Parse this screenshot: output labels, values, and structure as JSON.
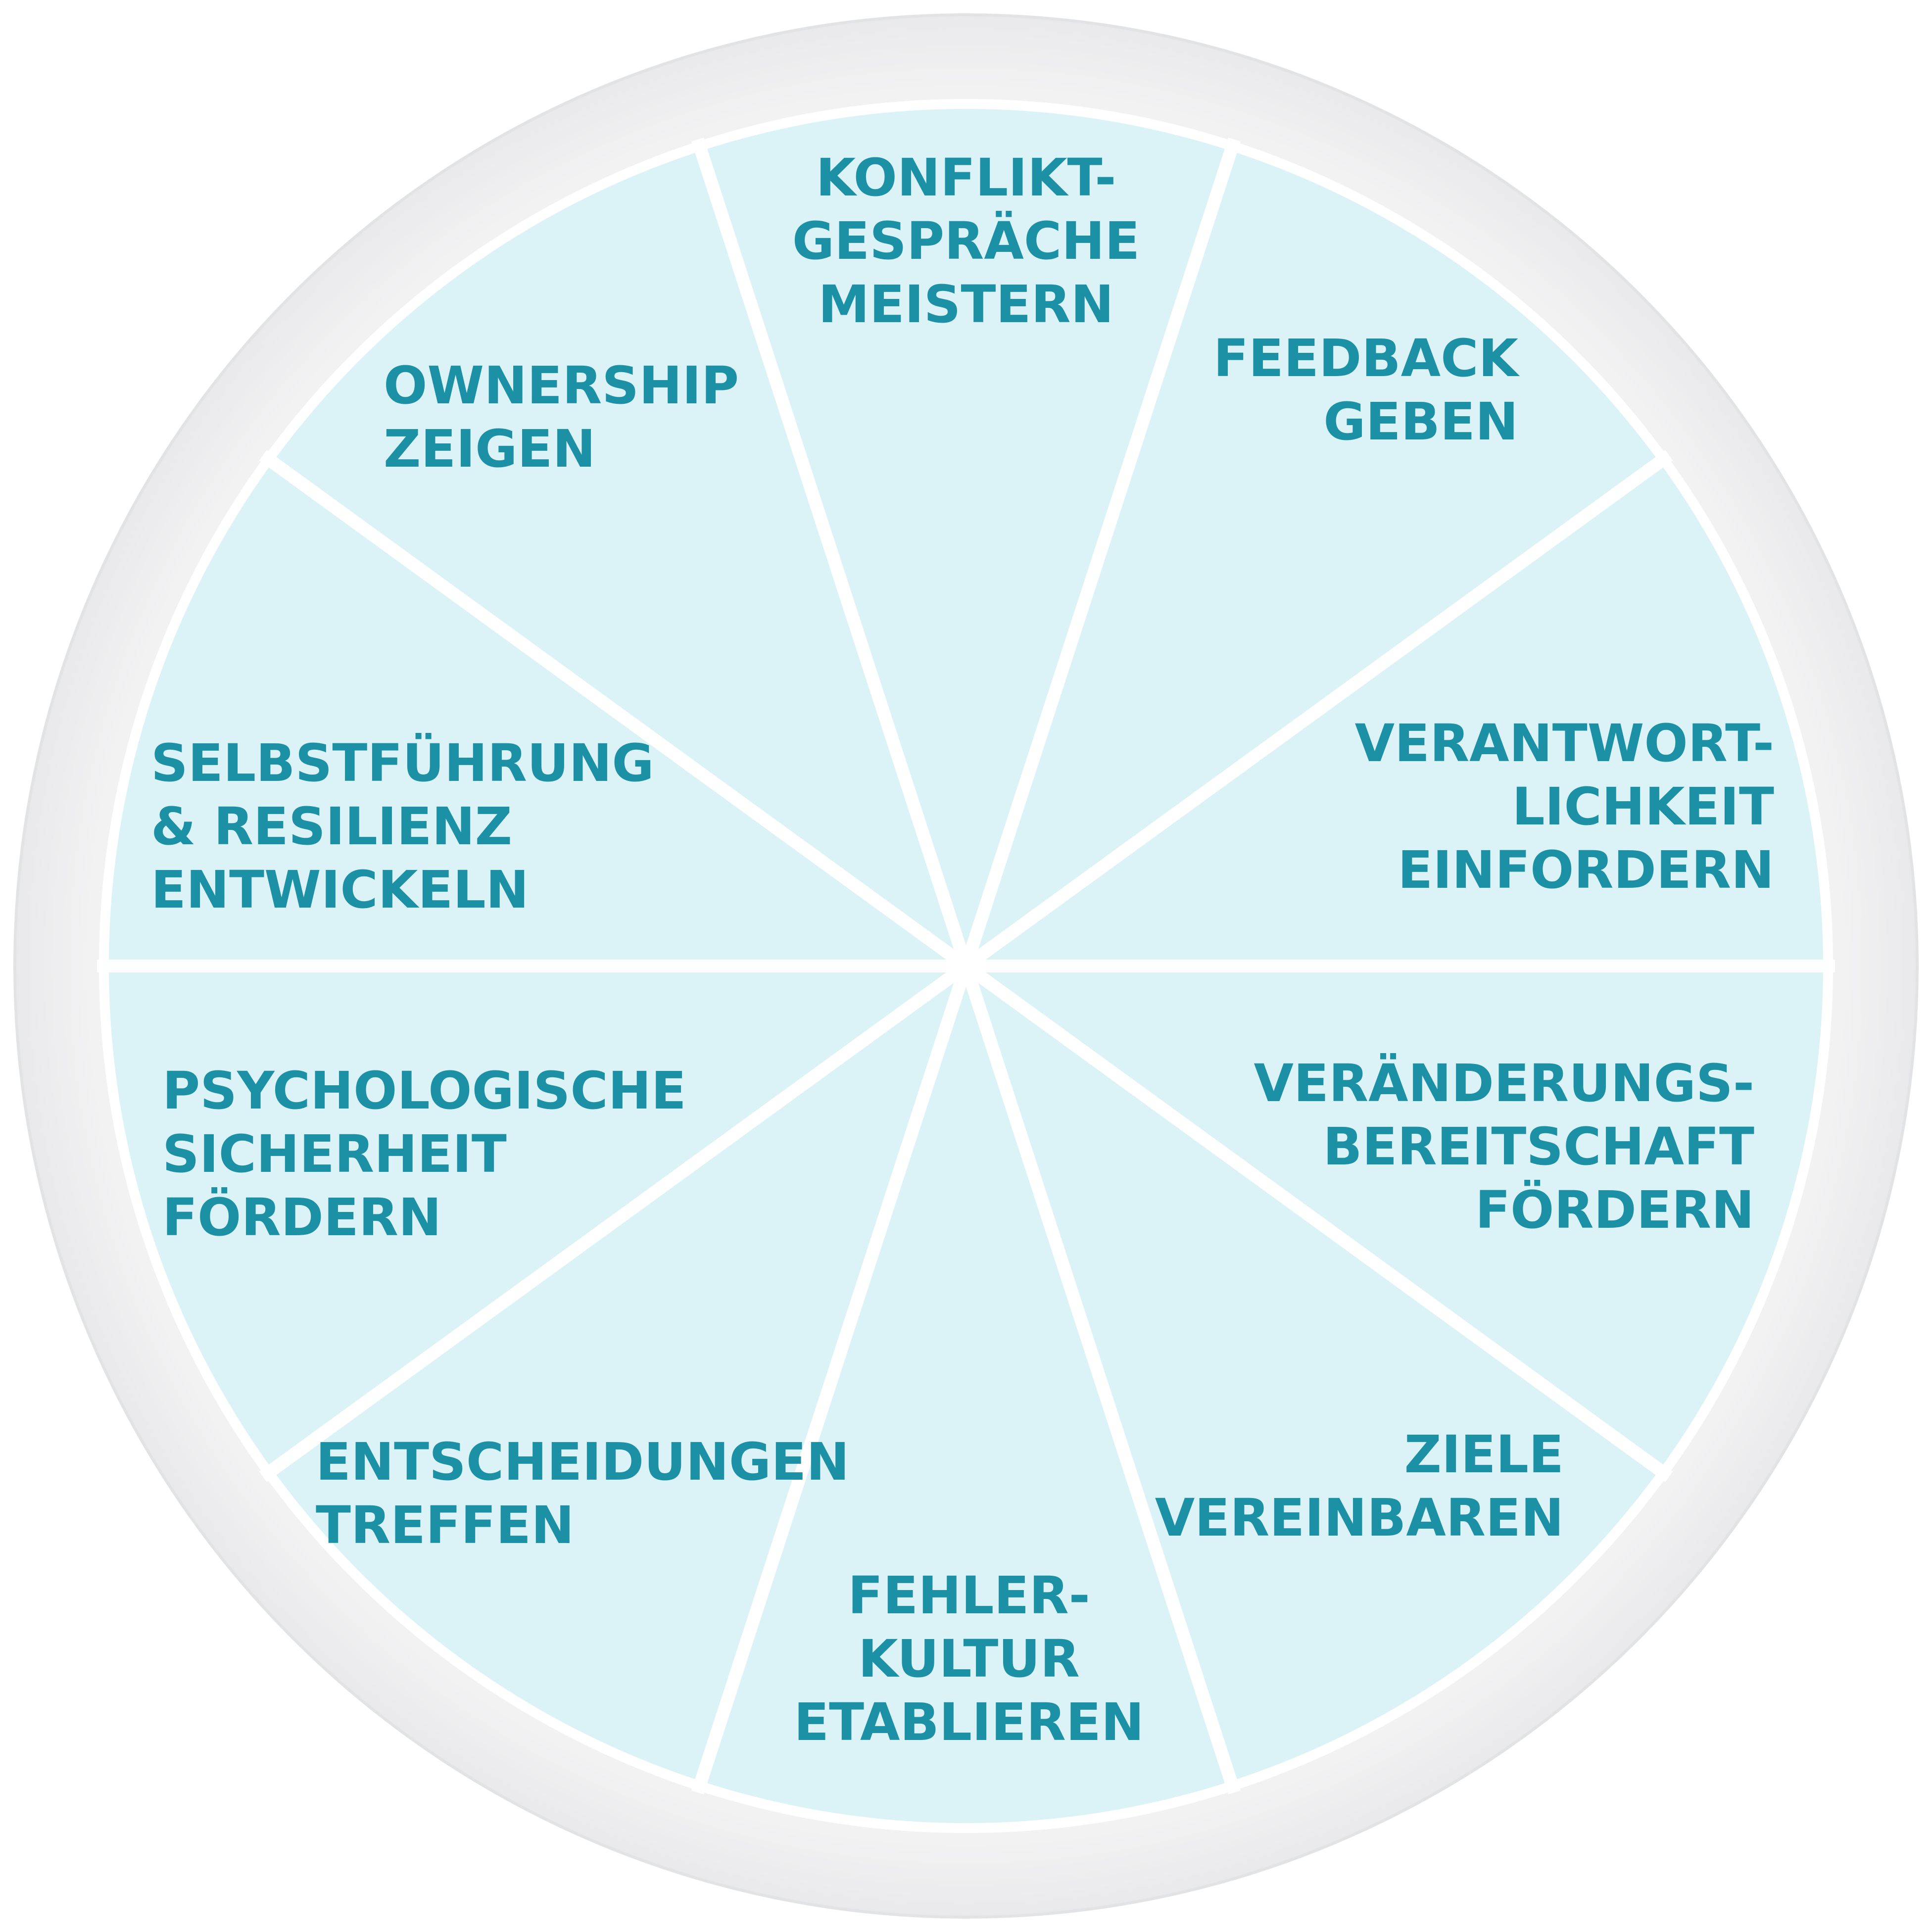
{
  "colors": {
    "outer_ring": "#f4f4f5",
    "ring_edge": "#e2e3e5",
    "segment_fill": "#dbf2f7",
    "separator": "#ffffff",
    "text": "#1c91a6"
  },
  "segments": [
    {
      "id": "konflikt",
      "lines": [
        "KONFLIKT-",
        "GESPRÄCHE",
        "MEISTERN"
      ]
    },
    {
      "id": "feedback",
      "lines": [
        "FEEDBACK",
        "GEBEN"
      ]
    },
    {
      "id": "verantwortlichkeit",
      "lines": [
        "VERANTWORT-",
        "LICHKEIT",
        "EINFORDERN"
      ]
    },
    {
      "id": "veraenderung",
      "lines": [
        "VERÄNDERUNGS-",
        "BEREITSCHAFT",
        "FÖRDERN"
      ]
    },
    {
      "id": "ziele",
      "lines": [
        "ZIELE",
        "VEREINBAREN"
      ]
    },
    {
      "id": "fehlerkultur",
      "lines": [
        "FEHLER-",
        "KULTUR",
        "ETABLIEREN"
      ]
    },
    {
      "id": "entscheidungen",
      "lines": [
        "ENTSCHEIDUNGEN",
        "TREFFEN"
      ]
    },
    {
      "id": "psychologische-sicherheit",
      "lines": [
        "PSYCHOLOGISCHE",
        "SICHERHEIT",
        "FÖRDERN"
      ]
    },
    {
      "id": "selbstfuehrung",
      "lines": [
        "SELBSTFÜHRUNG",
        "& RESILIENZ",
        "ENTWICKELN"
      ]
    },
    {
      "id": "ownership",
      "lines": [
        "OWNERSHIP",
        "ZEIGEN"
      ]
    }
  ]
}
